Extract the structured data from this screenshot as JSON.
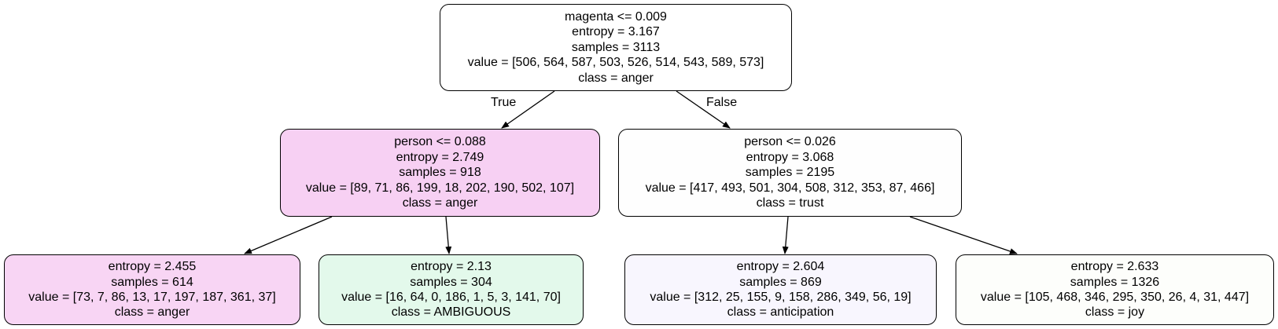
{
  "tree": {
    "nodes": [
      {
        "id": "root",
        "split": "magenta <= 0.009",
        "entropy": "entropy = 3.167",
        "samples": "samples = 3113",
        "value": "value = [506, 564, 587, 503, 526, 514, 543, 589, 573]",
        "class": "class = anger",
        "fill": "#ffffff"
      },
      {
        "id": "left",
        "split": "person <= 0.088",
        "entropy": "entropy = 2.749",
        "samples": "samples = 918",
        "value": "value = [89, 71, 86, 199, 18, 202, 190, 502, 107]",
        "class": "class = anger",
        "fill": "#f7d0f3"
      },
      {
        "id": "right",
        "split": "person <= 0.026",
        "entropy": "entropy = 3.068",
        "samples": "samples = 2195",
        "value": "value = [417, 493, 501, 304, 508, 312, 353, 87, 466]",
        "class": "class = trust",
        "fill": "#fefefe"
      },
      {
        "id": "leaf-1",
        "entropy": "entropy = 2.455",
        "samples": "samples = 614",
        "value": "value = [73, 7, 86, 13, 17, 197, 187, 361, 37]",
        "class": "class = anger",
        "fill": "#f8d5f4"
      },
      {
        "id": "leaf-2",
        "entropy": "entropy = 2.13",
        "samples": "samples = 304",
        "value": "value = [16, 64, 0, 186, 1, 5, 3, 141, 70]",
        "class": "class = AMBIGUOUS",
        "fill": "#e3f9eb"
      },
      {
        "id": "leaf-3",
        "entropy": "entropy = 2.604",
        "samples": "samples = 869",
        "value": "value = [312, 25, 155, 9, 158, 286, 349, 56, 19]",
        "class": "class = anticipation",
        "fill": "#f8f6fe"
      },
      {
        "id": "leaf-4",
        "entropy": "entropy = 2.633",
        "samples": "samples = 1326",
        "value": "value = [105, 468, 346, 295, 350, 26, 4, 31, 447]",
        "class": "class = joy",
        "fill": "#fdfefb"
      }
    ],
    "edge_labels": {
      "true_label": "True",
      "false_label": "False"
    },
    "colors": {
      "stroke": "#000000"
    }
  }
}
